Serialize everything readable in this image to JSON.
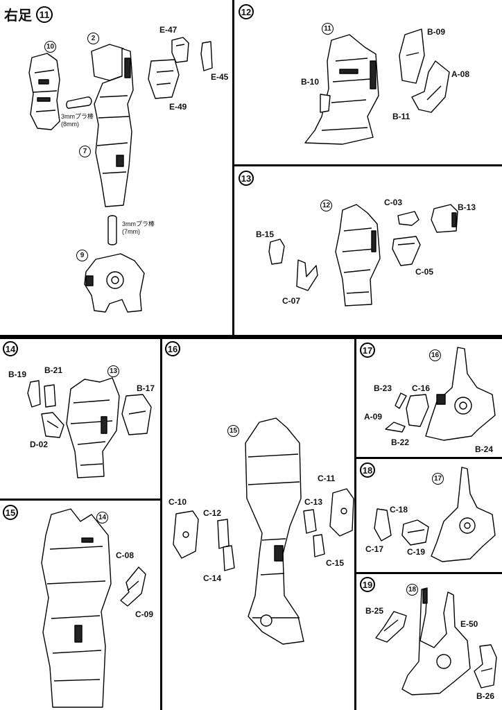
{
  "title": {
    "text": "右足",
    "step": "11"
  },
  "steps": {
    "s11": {
      "refs": [
        "10",
        "2",
        "7",
        "9"
      ],
      "parts": [
        "E-47",
        "E-45",
        "E-49"
      ],
      "notes": [
        {
          "line1": "3mmプラ棒",
          "line2": "(8mm)"
        },
        {
          "line1": "3mmプラ棒",
          "line2": "(7mm)"
        }
      ]
    },
    "s12": {
      "number": "12",
      "ref": "11",
      "parts": [
        "B-09",
        "A-08",
        "B-10",
        "B-11"
      ]
    },
    "s13": {
      "number": "13",
      "ref": "12",
      "parts": [
        "C-03",
        "B-13",
        "B-15",
        "C-05",
        "C-07"
      ]
    },
    "s14": {
      "number": "14",
      "ref": "13",
      "parts": [
        "B-19",
        "B-21",
        "B-17",
        "D-02"
      ]
    },
    "s15": {
      "number": "15",
      "ref": "14",
      "parts": [
        "C-08",
        "C-09"
      ]
    },
    "s16": {
      "number": "16",
      "ref": "15",
      "parts": [
        "C-11",
        "C-10",
        "C-12",
        "C-13",
        "C-14",
        "C-15"
      ]
    },
    "s17": {
      "number": "17",
      "ref": "16",
      "parts": [
        "B-23",
        "C-16",
        "A-09",
        "B-22",
        "B-24"
      ]
    },
    "s18": {
      "number": "18",
      "ref": "17",
      "parts": [
        "C-18",
        "C-17",
        "C-19"
      ]
    },
    "s19": {
      "number": "19",
      "ref": "18",
      "parts": [
        "B-25",
        "E-50",
        "B-26"
      ]
    }
  }
}
